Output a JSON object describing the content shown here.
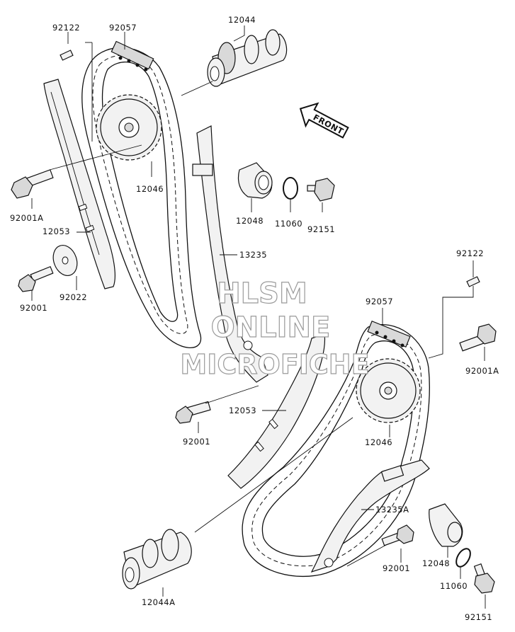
{
  "diagram": {
    "labels": [
      {
        "id": "p92122a",
        "text": "92122"
      },
      {
        "id": "p92057a",
        "text": "92057"
      },
      {
        "id": "p12044",
        "text": "12044"
      },
      {
        "id": "p12046a",
        "text": "12046"
      },
      {
        "id": "p92001Aa",
        "text": "92001A"
      },
      {
        "id": "p12053a",
        "text": "12053"
      },
      {
        "id": "p92022",
        "text": "92022"
      },
      {
        "id": "p92001a",
        "text": "92001"
      },
      {
        "id": "p12048a",
        "text": "12048"
      },
      {
        "id": "p11060a",
        "text": "11060"
      },
      {
        "id": "p92151a",
        "text": "92151"
      },
      {
        "id": "p13235",
        "text": "13235"
      },
      {
        "id": "p92122b",
        "text": "92122"
      },
      {
        "id": "p92057b",
        "text": "92057"
      },
      {
        "id": "p92001Ab",
        "text": "92001A"
      },
      {
        "id": "p12053b",
        "text": "12053"
      },
      {
        "id": "p12046b",
        "text": "12046"
      },
      {
        "id": "p92001b",
        "text": "92001"
      },
      {
        "id": "p13235A",
        "text": "13235A"
      },
      {
        "id": "p92001c",
        "text": "92001"
      },
      {
        "id": "p12048b",
        "text": "12048"
      },
      {
        "id": "p11060b",
        "text": "11060"
      },
      {
        "id": "p12044A",
        "text": "12044A"
      },
      {
        "id": "p92151b",
        "text": "92151"
      }
    ],
    "front_arrow": "FRONT",
    "watermark": [
      "HLSM",
      "ONLINE",
      "MICROFICHE"
    ]
  }
}
